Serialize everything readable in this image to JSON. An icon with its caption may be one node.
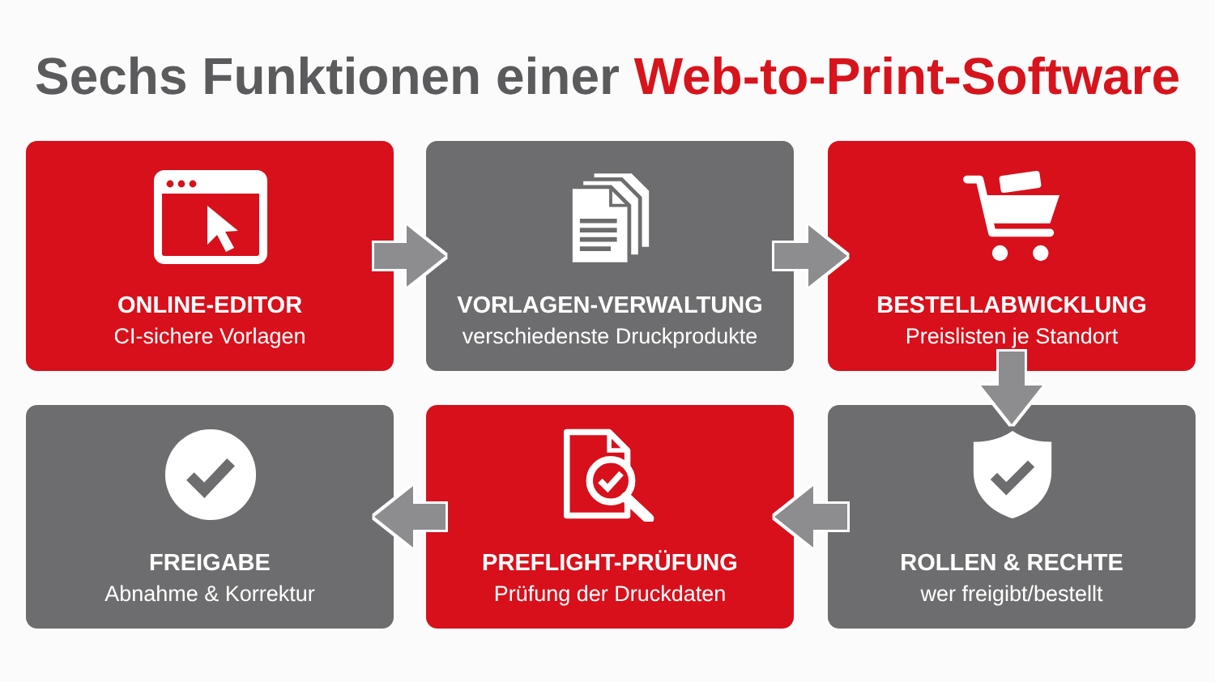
{
  "diagram": {
    "title": "Sechs Funktionen einer **Web-to-Print-Software**",
    "nodes": [
      {
        "text": [
          "ONLINE-EDITOR",
          "CI-sichere Vorlagen"
        ]
      },
      {
        "text": [
          "VORLAGEN-VERWALTUNG",
          "verschiedenste Druckprodukte"
        ]
      },
      {
        "text": [
          "BESTELLABWICKLUNG",
          "Preislisten je Standort"
        ]
      },
      {
        "text": [
          "FREIGABE",
          "Abnahme & Korrektur"
        ]
      },
      {
        "text": [
          "PREFLIGHT-PRÜFUNG",
          "Prüfung der Druckdaten"
        ]
      },
      {
        "text": [
          "ROLLEN & RECHTE",
          "wer freigibt/bestellt"
        ]
      }
    ],
    "edges": [
      {
        "from": 0,
        "to": 1,
        "arrow": "to"
      },
      {
        "from": 1,
        "to": 2,
        "arrow": "to"
      },
      {
        "from": 2,
        "to": 5,
        "arrow": "to"
      },
      {
        "from": 5,
        "to": 4,
        "arrow": "to"
      },
      {
        "from": 4,
        "to": 3,
        "arrow": "to"
      }
    ]
  }
}
